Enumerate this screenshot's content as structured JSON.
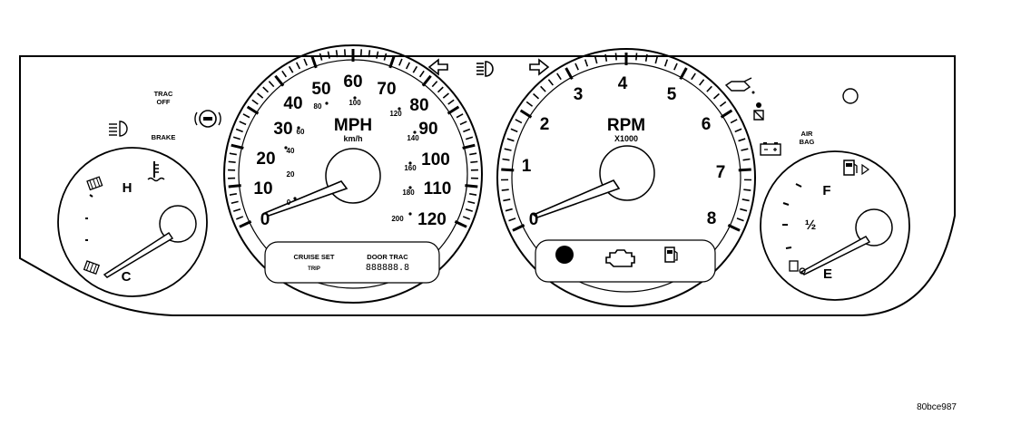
{
  "speedometer": {
    "mph_labels": [
      "0",
      "10",
      "20",
      "30",
      "40",
      "50",
      "60",
      "70",
      "80",
      "90",
      "100",
      "110",
      "120"
    ],
    "kmh_labels": [
      "0",
      "20",
      "40",
      "60",
      "80",
      "100",
      "120",
      "140",
      "160",
      "180",
      "200"
    ],
    "title": "MPH",
    "subtitle": "km/h"
  },
  "tachometer": {
    "labels": [
      "0",
      "1",
      "2",
      "3",
      "4",
      "5",
      "6",
      "7",
      "8"
    ],
    "title": "RPM",
    "subtitle": "X1000"
  },
  "temp_gauge": {
    "hot_label": "H",
    "cold_label": "C"
  },
  "fuel_gauge": {
    "full_label": "F",
    "half_label": "½",
    "empty_label": "E"
  },
  "telltales": {
    "trac_off_line1": "TRAC",
    "trac_off_line2": "OFF",
    "brake": "BRAKE",
    "air_bag_line1": "AIR",
    "air_bag_line2": "BAG"
  },
  "display": {
    "cruise_set": "CRUISE SET",
    "trip": "TRIP",
    "door_trac": "DOOR TRAC",
    "odometer": "888888.8"
  },
  "figure_code": "80bce987",
  "icons": [
    "left-turn-arrow-icon",
    "right-turn-arrow-icon",
    "high-beam-icon",
    "headlamp-icon",
    "abs-icon",
    "coolant-temp-icon",
    "oil-pressure-icon",
    "seatbelt-icon",
    "battery-icon",
    "check-engine-icon",
    "fuel-pump-icon",
    "warning-dot-icon"
  ]
}
